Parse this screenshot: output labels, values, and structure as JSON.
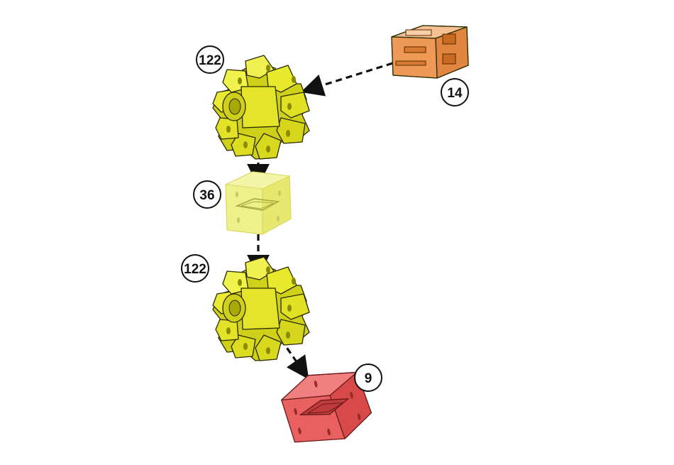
{
  "diagram": {
    "parts": {
      "gear_top": {
        "number": "122",
        "color": "#e6e61a"
      },
      "cube_clear": {
        "number": "36",
        "color": "#ecee7a"
      },
      "gear_bottom": {
        "number": "122",
        "color": "#e6e61a"
      },
      "block_orange": {
        "number": "14",
        "color": "#ee8a3c"
      },
      "cube_red": {
        "number": "9",
        "color": "#ea5a5a"
      }
    }
  }
}
